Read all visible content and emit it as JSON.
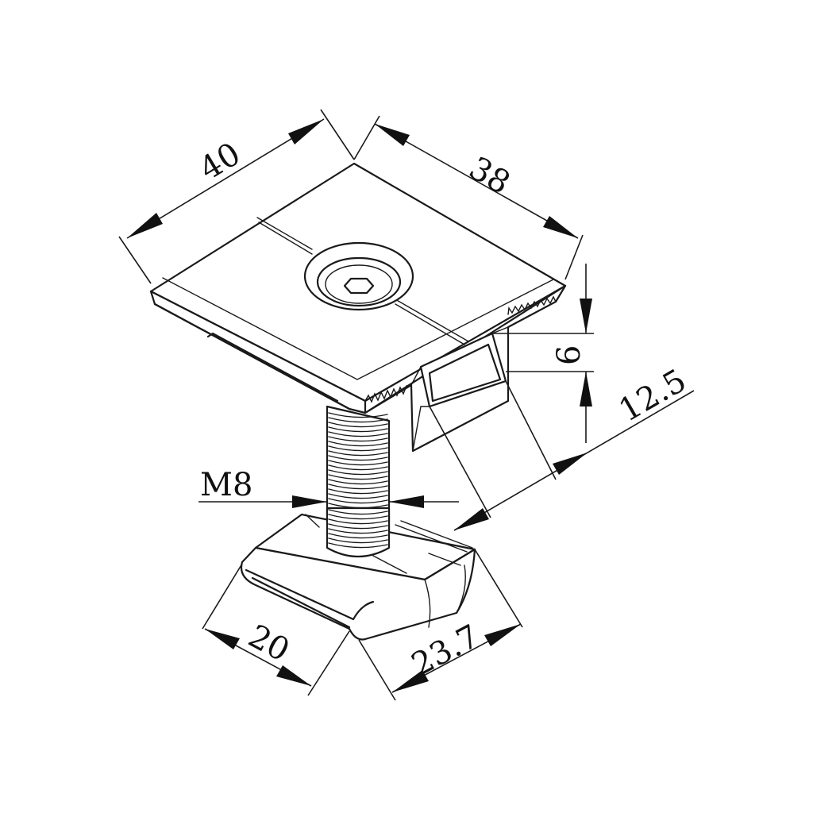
{
  "drawing": {
    "colors": {
      "ink": "#1a1a1a",
      "background": "#ffffff"
    },
    "dimensions": {
      "top_width": "40",
      "top_depth": "38",
      "channel_height": "6",
      "clearance": "12.5",
      "thread": "M8",
      "nut_width": "20",
      "nut_length": "23.7"
    }
  }
}
